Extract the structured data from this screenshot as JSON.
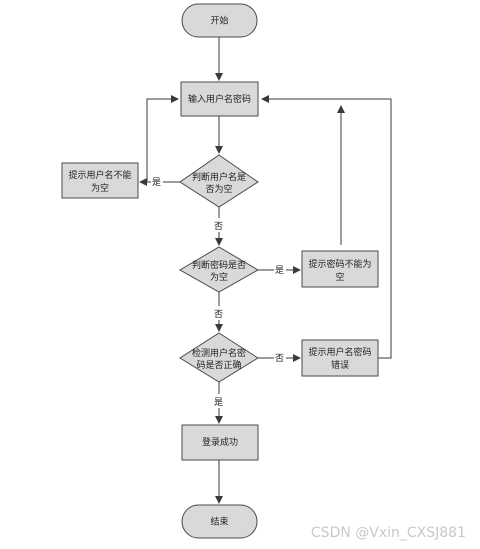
{
  "nodes": {
    "start": {
      "label": "开始"
    },
    "input": {
      "label": "输入用户名密码"
    },
    "check_user_empty": {
      "line1": "判断用户名是",
      "line2": "否为空"
    },
    "prompt_user_empty": {
      "line1": "提示用户名不能",
      "line2": "为空"
    },
    "check_pwd_empty": {
      "line1": "判断密码是否",
      "line2": "为空"
    },
    "prompt_pwd_empty": {
      "line1": "提示密码不能为",
      "line2": "空"
    },
    "check_correct": {
      "line1": "检测用户名密",
      "line2": "码是否正确"
    },
    "prompt_error": {
      "line1": "提示用户名密码",
      "line2": "错误"
    },
    "login_success": {
      "label": "登录成功"
    },
    "end": {
      "label": "结束"
    }
  },
  "edges": {
    "yes": "是",
    "no": "否"
  },
  "watermark": "CSDN @Vxin_CXSJ881",
  "colors": {
    "fill": "#d9d9d9",
    "stroke": "#4a4a4a",
    "line": "#3a3a3a"
  }
}
